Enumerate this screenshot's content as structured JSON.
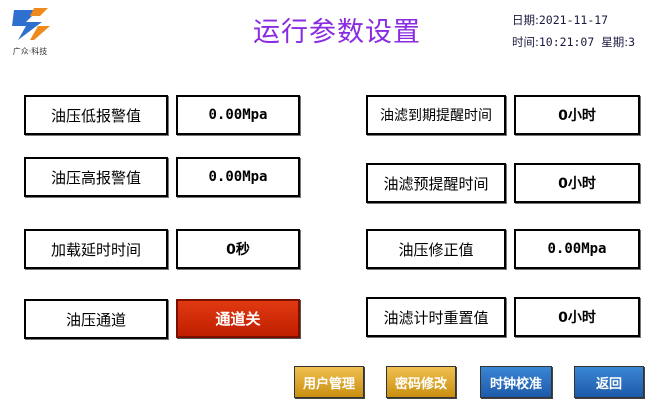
{
  "header": {
    "logo_text": "广众·科技",
    "title": "运行参数设置",
    "date_label": "日期:",
    "date_value": "2021-11-17",
    "time_label": "时间:",
    "time_value": "10:21:07",
    "weekday_label": "星期:",
    "weekday_value": "3"
  },
  "left_params": [
    {
      "label": "油压低报警值",
      "value": "0.00Mpa"
    },
    {
      "label": "油压高报警值",
      "value": "0.00Mpa"
    },
    {
      "label": "加载延时时间",
      "value": "0秒"
    },
    {
      "label": "油压通道",
      "value": "通道关"
    }
  ],
  "right_params": [
    {
      "label": "油滤到期提醒时间",
      "value": "0小时"
    },
    {
      "label": "油滤预提醒时间",
      "value": "0小时"
    },
    {
      "label": "油压修正值",
      "value": "0.00Mpa"
    },
    {
      "label": "油滤计时重置值",
      "value": "0小时"
    }
  ],
  "buttons": {
    "user_mgmt": "用户管理",
    "password_change": "密码修改",
    "clock_calibrate": "时钟校准",
    "back": "返回"
  },
  "colors": {
    "title": "#8a2be2",
    "toggle_off": "#d02a08",
    "gold_button": "#e0a830",
    "blue_button": "#2a70c0"
  }
}
